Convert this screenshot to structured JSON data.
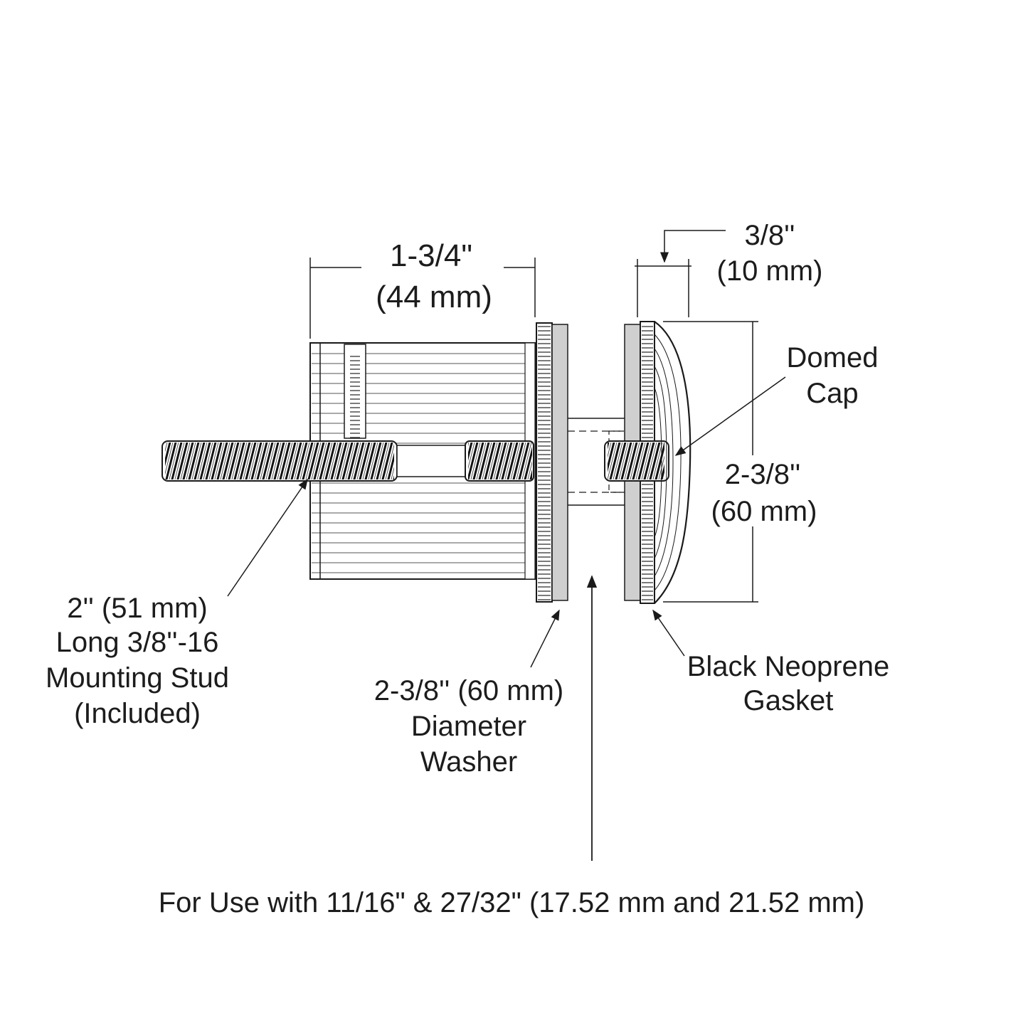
{
  "colors": {
    "line": "#1a1a1a",
    "gasket": "#cfcfcf",
    "background": "#ffffff"
  },
  "dimensions": {
    "body_length": {
      "imperial": "1-3/4\"",
      "metric": "(44 mm)"
    },
    "cap_thickness": {
      "imperial": "3/8''",
      "metric": "(10 mm)"
    },
    "cap_diameter": {
      "imperial": "2-3/8''",
      "metric": "(60 mm)"
    }
  },
  "labels": {
    "domed_cap": [
      "Domed",
      "Cap"
    ],
    "mounting_stud": [
      "2'' (51 mm)",
      "Long 3/8''-16",
      "Mounting Stud",
      "(Included)"
    ],
    "washer": [
      "2-3/8'' (60 mm)",
      "Diameter",
      "Washer"
    ],
    "gasket": [
      "Black Neoprene",
      "Gasket"
    ]
  },
  "footer": "For Use with 11/16\" & 27/32\" (17.52 mm and 21.52 mm)"
}
